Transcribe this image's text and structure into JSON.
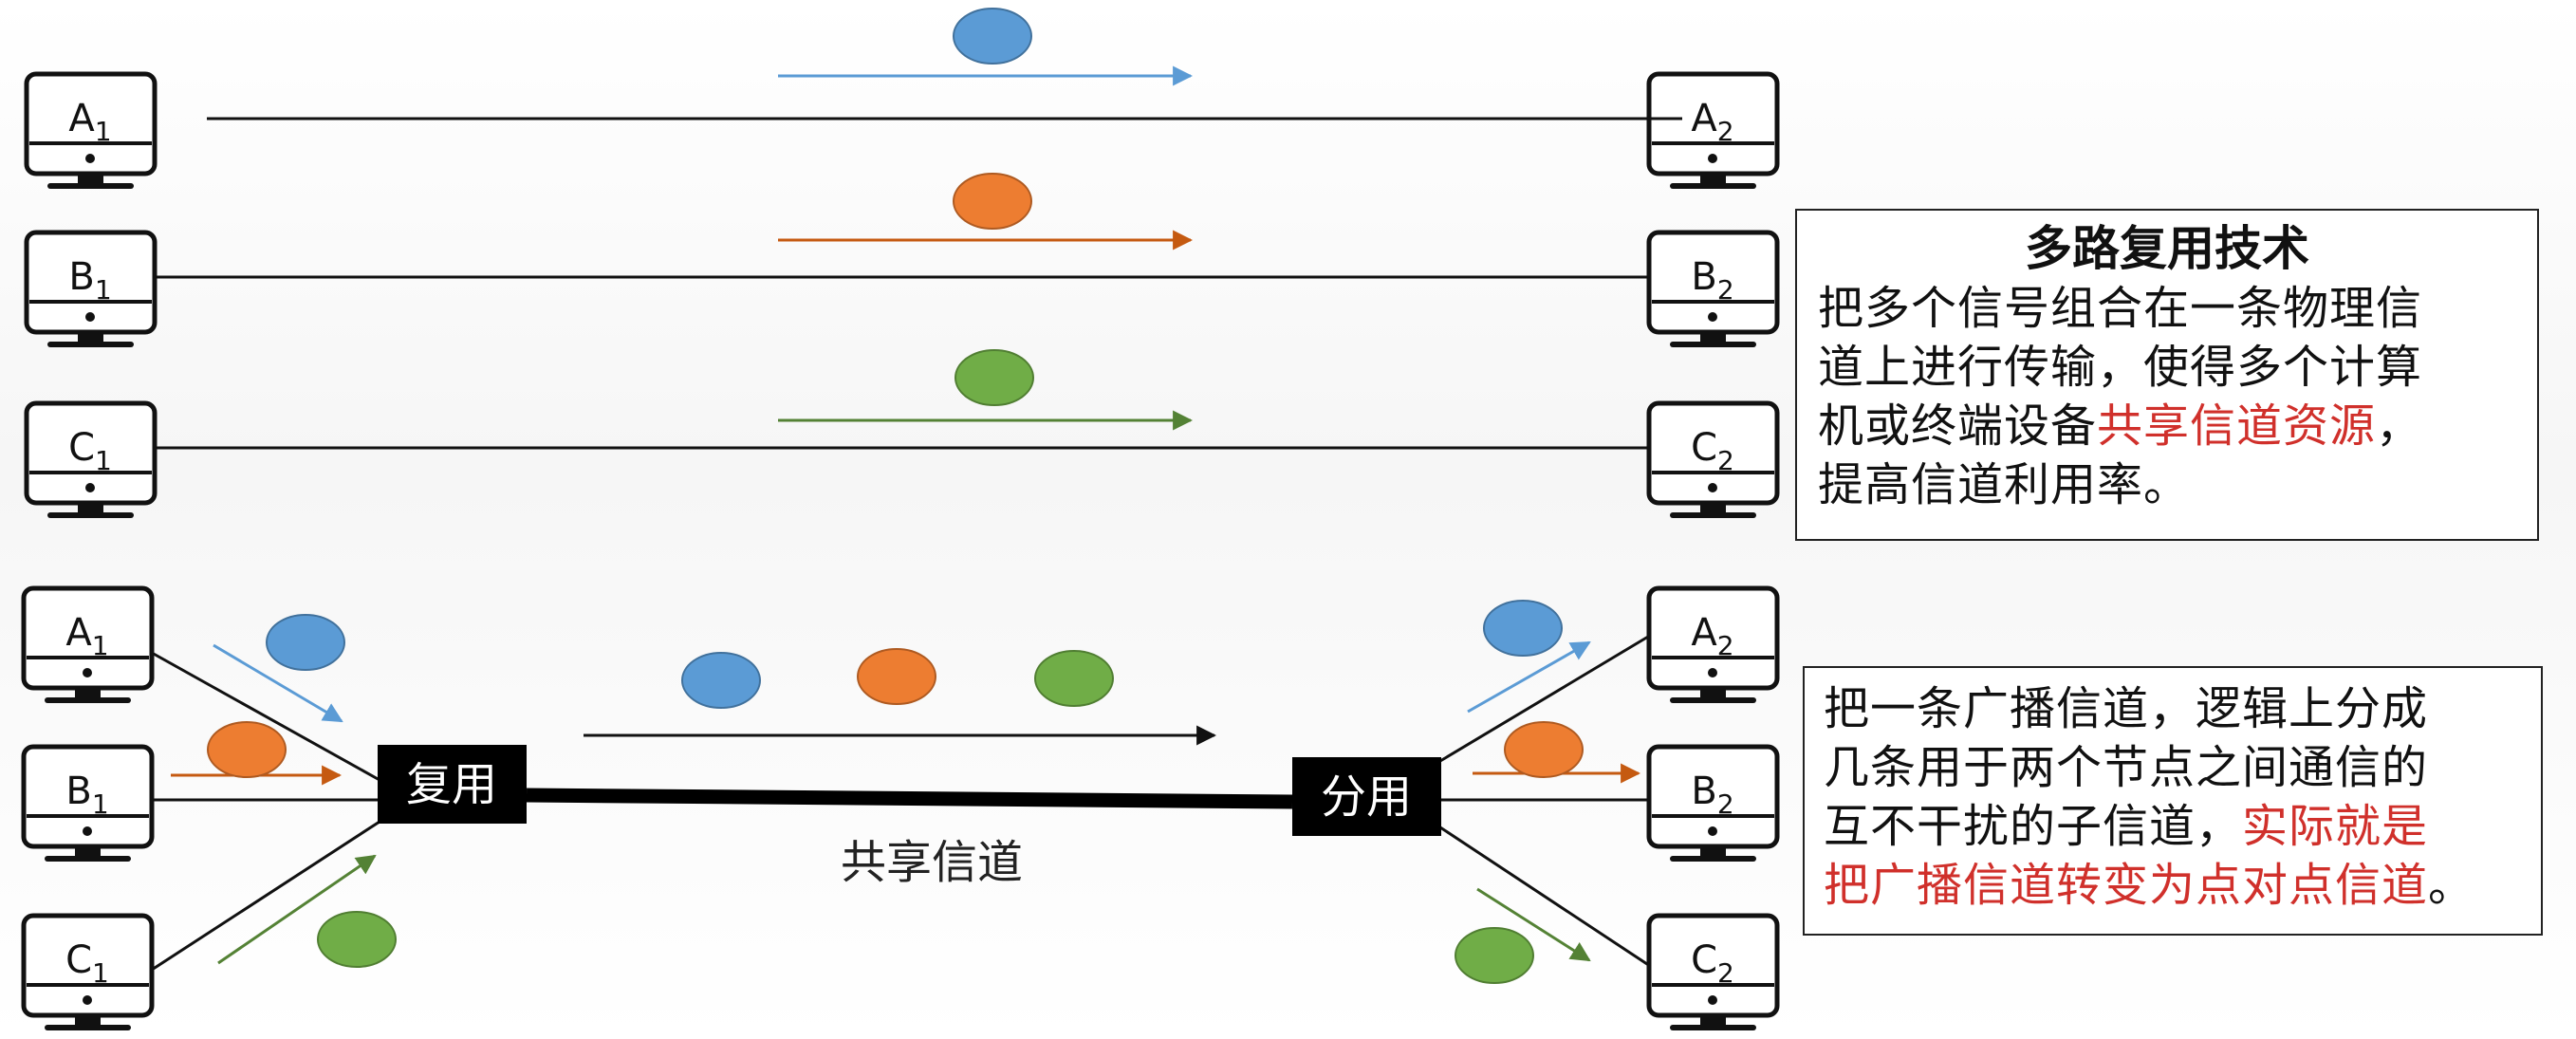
{
  "top_section": {
    "left_computers": [
      {
        "letter": "A",
        "sub": "1"
      },
      {
        "letter": "B",
        "sub": "1"
      },
      {
        "letter": "C",
        "sub": "1"
      }
    ],
    "right_computers": [
      {
        "letter": "A",
        "sub": "2"
      },
      {
        "letter": "B",
        "sub": "2"
      },
      {
        "letter": "C",
        "sub": "2"
      }
    ]
  },
  "bottom_section": {
    "left_computers": [
      {
        "letter": "A",
        "sub": "1"
      },
      {
        "letter": "B",
        "sub": "1"
      },
      {
        "letter": "C",
        "sub": "1"
      }
    ],
    "right_computers": [
      {
        "letter": "A",
        "sub": "2"
      },
      {
        "letter": "B",
        "sub": "2"
      },
      {
        "letter": "C",
        "sub": "2"
      }
    ],
    "mux_label": "复用",
    "demux_label": "分用",
    "channel_label": "共享信道"
  },
  "info_box_1": {
    "title": "多路复用技术",
    "lines": [
      [
        {
          "text": "把多个信号组合在一条物理信"
        }
      ],
      [
        {
          "text": "道上进行传输，使得多个计算"
        }
      ],
      [
        {
          "text": "机或终端设备"
        },
        {
          "text": "共享信道资源",
          "highlight": true
        },
        {
          "text": "，"
        }
      ],
      [
        {
          "text": "提高信道利用率。"
        }
      ]
    ]
  },
  "info_box_2": {
    "lines": [
      [
        {
          "text": "把一条广播信道，逻辑上分成"
        }
      ],
      [
        {
          "text": "几条用于两个节点之间通信的"
        }
      ],
      [
        {
          "text": "互不干扰的子信道，"
        },
        {
          "text": "实际就是",
          "highlight": true
        }
      ],
      [
        {
          "text": "把广播信道转变为点对点信道",
          "highlight": true
        },
        {
          "text": "。"
        }
      ]
    ]
  },
  "colors": {
    "blue": "#5b9bd5",
    "orange": "#ed7d31",
    "green": "#70ad47",
    "highlight": "#d0302b"
  }
}
